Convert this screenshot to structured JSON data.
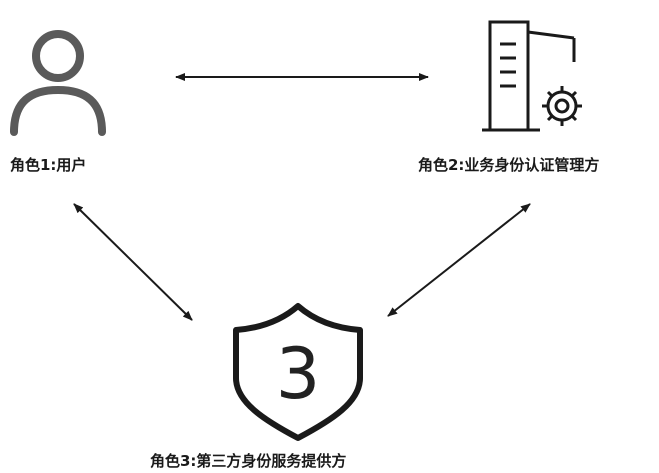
{
  "roles": [
    {
      "id": "user",
      "label": "角色1:用户",
      "icon": "user-icon"
    },
    {
      "id": "business",
      "label": "角色2:业务身份认证管理方",
      "icon": "building-gear-icon"
    },
    {
      "id": "provider",
      "label": "角色3:第三方身份服务提供方",
      "icon": "shield-icon",
      "badge": "3"
    }
  ],
  "connections": [
    {
      "from": "user",
      "to": "business",
      "type": "bidirectional"
    },
    {
      "from": "user",
      "to": "provider",
      "type": "bidirectional"
    },
    {
      "from": "business",
      "to": "provider",
      "type": "bidirectional"
    }
  ],
  "colors": {
    "stroke": "#1a1a1a",
    "user_icon": "#5a5a5a"
  }
}
